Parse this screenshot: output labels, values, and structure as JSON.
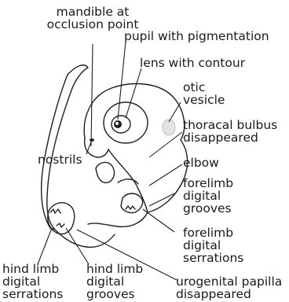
{
  "labels": {
    "mandible": "mandible at\nocclusion point",
    "pupil": "pupil with pigmentation",
    "lens": "lens with contour",
    "otic": "otic\nvesicle",
    "thoracal": "thoracal bulbus\ndisappeared",
    "nostrils": "nostrils",
    "elbow": "elbow",
    "forelimb_grooves": "forelimb\ndigital\ngrooves",
    "forelimb_serrations": "forelimb\ndigital\nserrations",
    "hindlimb_serrations": "hind limb\ndigital\nserrations",
    "hindlimb_grooves": "hind limb\ndigital\ngrooves",
    "urogenital": "urogenital papilla\ndisappeared"
  }
}
